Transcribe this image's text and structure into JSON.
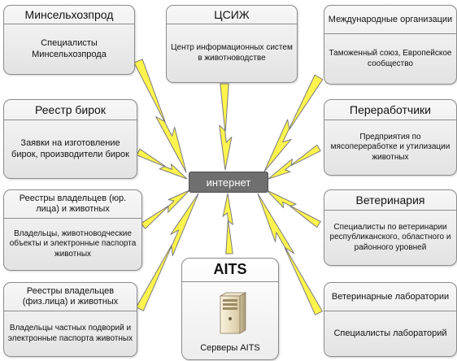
{
  "hub": {
    "label": "интернет"
  },
  "aits": {
    "title": "AITS",
    "label": "Серверы AITS",
    "icon": "server-icon"
  },
  "cards": {
    "minselhoz": {
      "title": "Минсельхозпрод",
      "body": "Специалисты Минсельхозпрода"
    },
    "csizh": {
      "title": "ЦСИЖ",
      "body": "Центр информационных систем в животноводстве"
    },
    "intl": {
      "title": "Международные организации",
      "body": "Таможенный союз, Европейское сообщество"
    },
    "tags": {
      "title": "Реестр бирок",
      "body": "Заявки на изготовление бирок, производители бирок"
    },
    "processors": {
      "title": "Переработчики",
      "body": "Предприятия по мясопереработке и утилизации животных"
    },
    "legal": {
      "title": "Реестры владельцев (юр. лица) и животных",
      "body": "Владельцы, животноводческие объекты и электронные паспорта животных"
    },
    "vet": {
      "title": "Ветеринария",
      "body": "Специалисты по ветеринарии республиканского, областного и районного уровней"
    },
    "physical": {
      "title": "Реестры владельцев (физ.лица) и животных",
      "body": "Владельцы частных подворий и электронные паспорта животных"
    },
    "labs": {
      "title": "Ветеринарные лаборатории",
      "body": "Специалисты лабораторий"
    }
  }
}
